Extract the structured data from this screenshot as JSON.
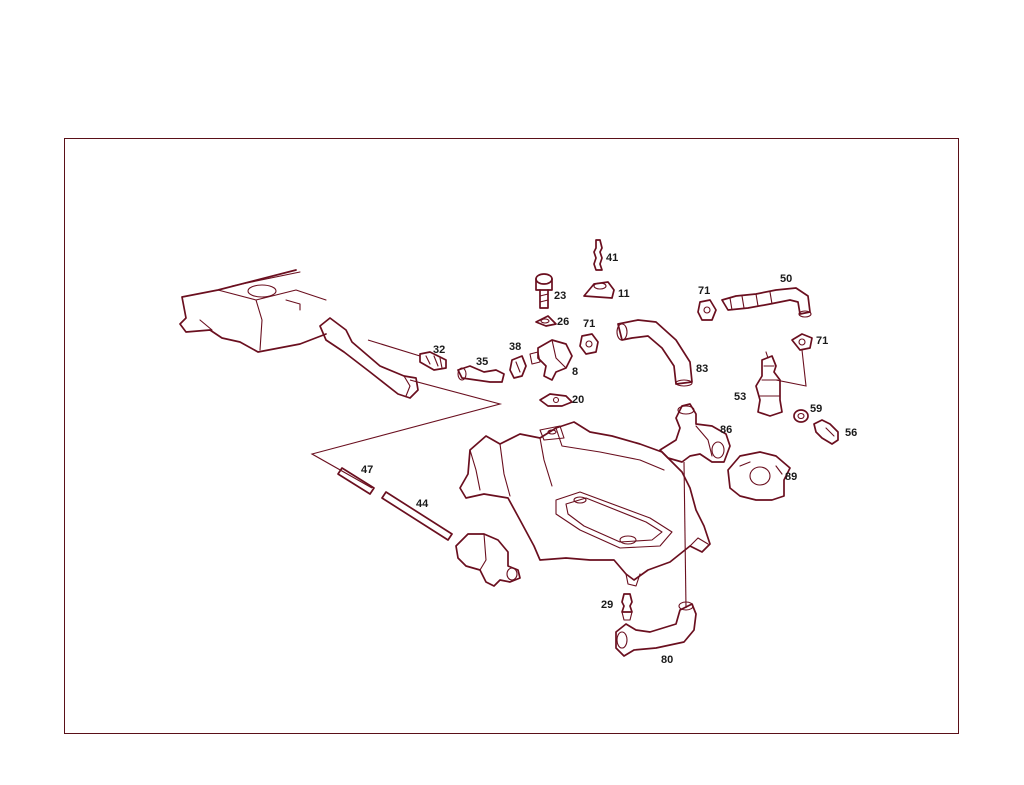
{
  "callouts": {
    "c41": "41",
    "c23": "23",
    "c11": "11",
    "c26": "26",
    "c71a": "71",
    "c50": "50",
    "c71b": "71",
    "c71c": "71",
    "c32": "32",
    "c35": "35",
    "c38": "38",
    "c8": "8",
    "c20": "20",
    "c83": "83",
    "c53": "53",
    "c59": "59",
    "c56": "56",
    "c86": "86",
    "c89": "89",
    "c47": "47",
    "c44": "44",
    "c29": "29",
    "c80": "80"
  },
  "colors": {
    "line": "#6a0f1f",
    "frame": "#5a1018",
    "text": "#1a1a1a"
  }
}
